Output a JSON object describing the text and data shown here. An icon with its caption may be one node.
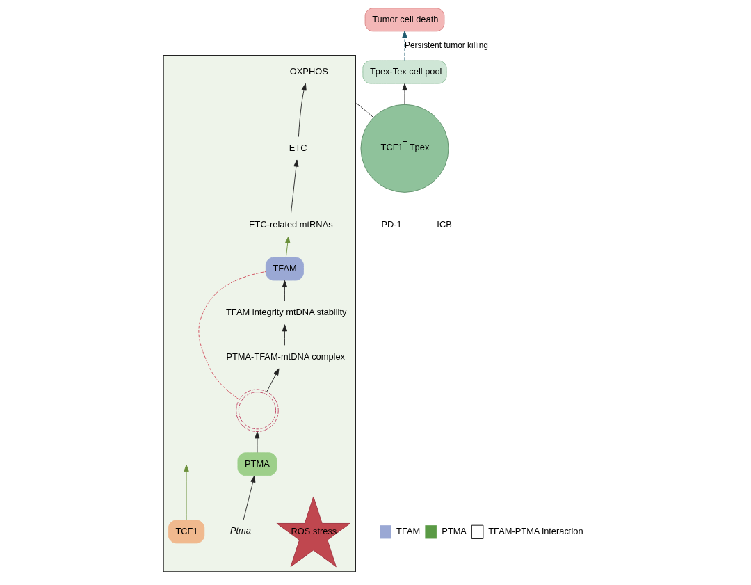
{
  "diagram": {
    "nodes": [
      {
        "text": [
          "Tumor cell death"
        ]
      },
      {
        "text": [
          "Tpex-Tex cell pool"
        ]
      },
      {
        "text": [
          "TCF1$^{+}$ Tpex"
        ]
      },
      {
        "text": [],
        "shape": "box"
      },
      {
        "text": [
          "OXPHOS"
        ],
        "in": 3
      },
      {
        "text": [
          "ETC"
        ],
        "in": 3
      },
      {
        "text": [
          "ETC-related mtRNAs"
        ],
        "in": 3
      },
      {
        "text": [
          "TFAM"
        ],
        "in": 3
      },
      {
        "text": [
          "TFAM integrity mtDNA stability"
        ],
        "in": 3
      },
      {
        "text": [
          "ROS stress"
        ],
        "in": 3
      },
      {
        "text": [
          "PTMA-TFAM-mtDNA complex"
        ],
        "in": 3
      },
      {
        "text": [],
        "shape": "picture",
        "in": 3
      },
      {
        "text": [
          "TCF1"
        ],
        "in": 3
      },
      {
        "text": [
          "Ptma"
        ],
        "in": 3
      },
      {
        "text": [
          "PTMA"
        ],
        "in": 3
      }
    ],
    "edges": [
      {
        "from": 1,
        "to": 0,
        "arrow": "to",
        "label": "Persistent tumor killing",
        "style": "dashed",
        "color": "#1f5a6e"
      },
      {
        "from": 2,
        "to": 1,
        "arrow": "to"
      },
      {
        "from": 2,
        "to": 3,
        "arrow": "none",
        "style": "dashed"
      },
      {
        "from": 5,
        "to": 4,
        "arrow": "to"
      },
      {
        "from": 6,
        "to": 5,
        "arrow": "to"
      },
      {
        "from": 7,
        "to": 6,
        "arrow": "to",
        "color": "#6a8f3a"
      },
      {
        "from": 8,
        "to": 7,
        "arrow": "to"
      },
      {
        "from": 10,
        "to": 8,
        "arrow": "to"
      },
      {
        "from": 11,
        "to": 10,
        "arrow": "to"
      },
      {
        "from": 11,
        "to": 7,
        "arrow": "none",
        "style": "dashed",
        "color": "#d04a5a"
      },
      {
        "from": 14,
        "to": 11,
        "arrow": "to"
      },
      {
        "from": 13,
        "to": 14,
        "arrow": "to"
      },
      {
        "from": 12,
        "to": null,
        "arrow": "to",
        "color": "#6a8f3a"
      }
    ],
    "labels": [
      "PD-1",
      "ICB"
    ],
    "legend": [
      {
        "text": "TFAM",
        "color": "#9aa8d4"
      },
      {
        "text": "PTMA",
        "color": "#5a9a45"
      },
      {
        "text": "TFAM-PTMA interaction"
      }
    ]
  }
}
